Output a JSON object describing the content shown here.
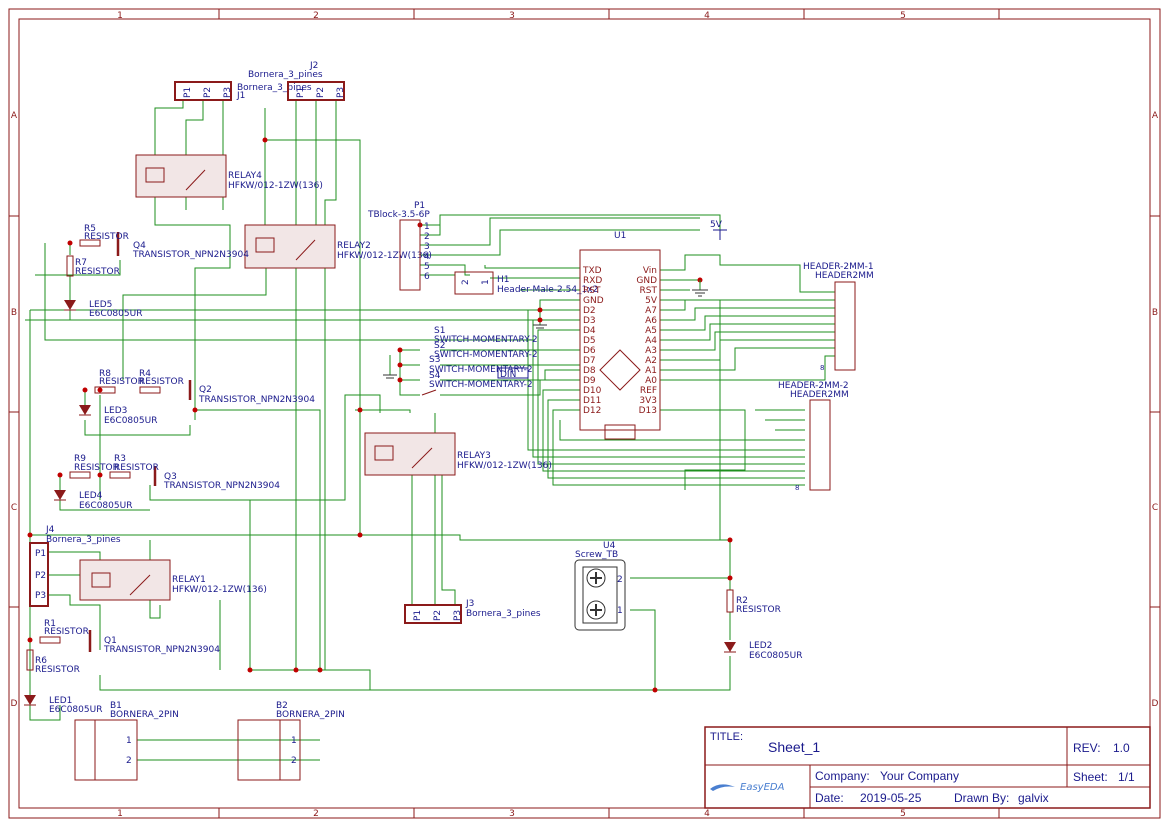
{
  "frame": {
    "col_labels": [
      "1",
      "2",
      "3",
      "4",
      "5"
    ],
    "row_labels": [
      "A",
      "B",
      "C",
      "D"
    ]
  },
  "title_block": {
    "title_label": "TITLE:",
    "title": "Sheet_1",
    "rev_label": "REV:",
    "rev": "1.0",
    "company_label": "Company:",
    "company": "Your Company",
    "sheet_label": "Sheet:",
    "sheet": "1/1",
    "date_label": "Date:",
    "date": "2019-05-25",
    "drawn_label": "Drawn By:",
    "drawn_by": "galvix",
    "logo": "EasyEDA"
  },
  "components": {
    "j1": {
      "name": "J1",
      "value": "Bornera_3_pines",
      "pins": [
        "P1",
        "P2",
        "P3"
      ]
    },
    "j2": {
      "name": "J2",
      "value": "Bornera_3_pines",
      "pins": [
        "P1",
        "P2",
        "P3"
      ]
    },
    "j3": {
      "name": "J3",
      "value": "Bornera_3_pines",
      "pins": [
        "P1",
        "P2",
        "P3"
      ]
    },
    "j4": {
      "name": "J4",
      "value": "Bornera_3_pines",
      "pins": [
        "P1",
        "P2",
        "P3"
      ]
    },
    "relay1": {
      "name": "RELAY1",
      "value": "HFKW/012-1ZW(136)"
    },
    "relay2": {
      "name": "RELAY2",
      "value": "HFKW/012-1ZW(136)"
    },
    "relay3": {
      "name": "RELAY3",
      "value": "HFKW/012-1ZW(136)"
    },
    "relay4": {
      "name": "RELAY4",
      "value": "HFKW/012-1ZW(136)"
    },
    "q1": {
      "name": "Q1",
      "value": "TRANSISTOR_NPN2N3904"
    },
    "q2": {
      "name": "Q2",
      "value": "TRANSISTOR_NPN2N3904"
    },
    "q3": {
      "name": "Q3",
      "value": "TRANSISTOR_NPN2N3904"
    },
    "q4": {
      "name": "Q4",
      "value": "TRANSISTOR_NPN2N3904"
    },
    "r1": {
      "name": "R1",
      "value": "RESISTOR"
    },
    "r2": {
      "name": "R2",
      "value": "RESISTOR"
    },
    "r3": {
      "name": "R3",
      "value": "RESISTOR"
    },
    "r4": {
      "name": "R4",
      "value": "RESISTOR"
    },
    "r5": {
      "name": "R5",
      "value": "RESISTOR"
    },
    "r6": {
      "name": "R6",
      "value": "RESISTOR"
    },
    "r7": {
      "name": "R7",
      "value": "RESISTOR"
    },
    "r8": {
      "name": "R8",
      "value": "RESISTOR"
    },
    "r9": {
      "name": "R9",
      "value": "RESISTOR"
    },
    "led1": {
      "name": "LED1",
      "value": "E6C0805UR"
    },
    "led2": {
      "name": "LED2",
      "value": "E6C0805UR"
    },
    "led3": {
      "name": "LED3",
      "value": "E6C0805UR"
    },
    "led4": {
      "name": "LED4",
      "value": "E6C0805UR"
    },
    "led5": {
      "name": "LED5",
      "value": "E6C0805UR"
    },
    "p1": {
      "name": "P1",
      "value": "TBlock-3.5-6P",
      "pins": [
        "1",
        "2",
        "3",
        "4",
        "5",
        "6"
      ]
    },
    "h1": {
      "name": "H1",
      "value": "Header-Male-2.54_1x2",
      "pins": [
        "2",
        "1"
      ]
    },
    "u1": {
      "name": "U1",
      "left_pins": [
        "TXD",
        "RXD",
        "RST",
        "GND",
        "D2",
        "D3",
        "D4",
        "D5",
        "D6",
        "D7",
        "D8",
        "D9",
        "D10",
        "D11",
        "D12"
      ],
      "right_pins": [
        "Vin",
        "GND",
        "RST",
        "5V",
        "A7",
        "A6",
        "A5",
        "A4",
        "A3",
        "A2",
        "A1",
        "A0",
        "REF",
        "3V3",
        "D13"
      ]
    },
    "hdr1": {
      "name": "HEADER-2MM-1",
      "value": "HEADER2MM",
      "pin_last": "8"
    },
    "hdr2": {
      "name": "HEADER-2MM-2",
      "value": "HEADER2MM",
      "pin_last": "8"
    },
    "u4": {
      "name": "U4",
      "value": "Screw_TB",
      "pins": [
        "2",
        "1"
      ]
    },
    "b1": {
      "name": "B1",
      "value": "BORNERA_2PIN",
      "pins": [
        "1",
        "2"
      ]
    },
    "b2": {
      "name": "B2",
      "value": "BORNERA_2PIN",
      "pins": [
        "1",
        "2"
      ]
    },
    "s1": {
      "name": "S1",
      "value": "SWITCH-MOMENTARY-2"
    },
    "s2": {
      "name": "S2",
      "value": "SWITCH-MOMENTARY-2"
    },
    "s3": {
      "name": "S3",
      "value": "SWITCH-MOMENTARY-2"
    },
    "s4": {
      "name": "S4",
      "value": "SWITCH-MOMENTARY-2"
    },
    "din": "DIN",
    "vcc": "5V"
  }
}
